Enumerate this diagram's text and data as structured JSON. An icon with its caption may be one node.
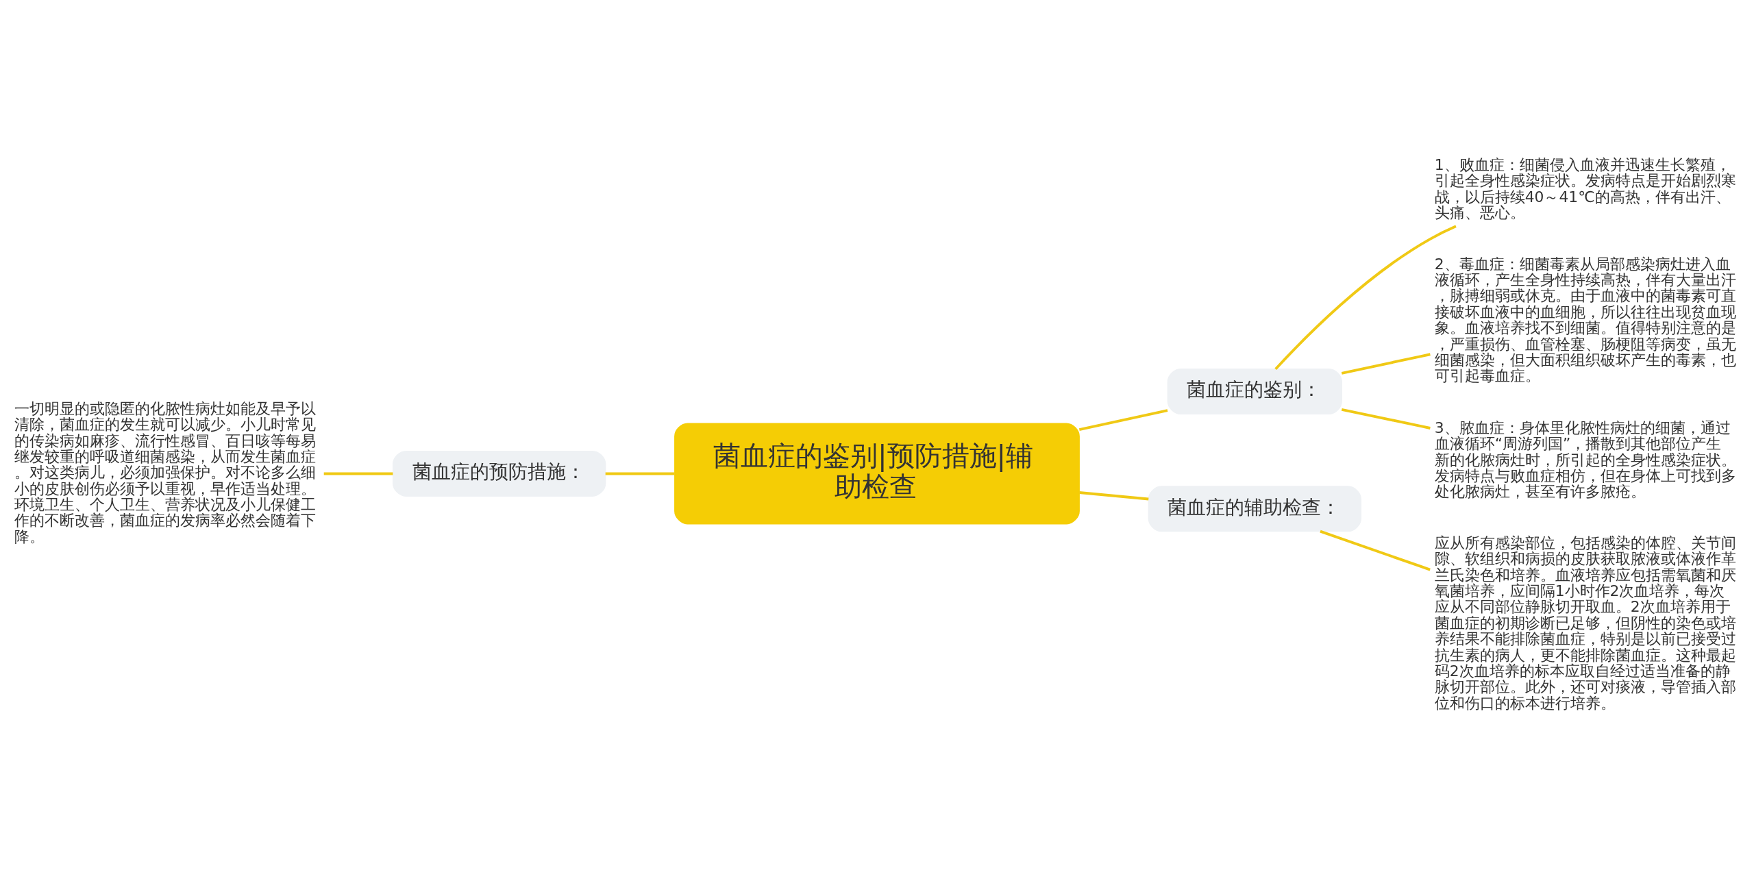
{
  "diagram": {
    "nodes": [
      {
        "text": [
          "菌血症的鉴别|预防措施|辅助检查"
        ]
      },
      {
        "text": [
          "菌血症的鉴别："
        ]
      },
      {
        "text": [
          "1、败血症：细菌侵入血液并迅速生长繁殖，引起全身性感染症状。发病特点是开始剧烈寒战，以后持续40～41℃的高热，伴有出汗、头痛、恶心。"
        ]
      },
      {
        "text": [
          "2、毒血症：细菌毒素从局部感染病灶进入血液循环，产生全身性持续高热，伴有大量出汗，脉搏细弱或休克。由于血液中的菌毒素可直接破坏血液中的血细胞，所以往往出现贫血现象。血液培养找不到细菌。值得特别注意的是，严重损伤、血管栓塞、肠梗阻等病变，虽无细菌感染，但大面积组织破坏产生的毒素，也可引起毒血症。"
        ]
      },
      {
        "text": [
          "3、脓血症：身体里化脓性病灶的细菌，通过血液循环“周游列国”，播散到其他部位产生新的化脓病灶时，所引起的全身性感染症状。发病特点与败血症相仿，但在身体上可找到多处化脓病灶，甚至有许多脓疮。"
        ]
      },
      {
        "text": [
          "菌血症的预防措施："
        ]
      },
      {
        "text": [
          "一切明显的或隐匿的化脓性病灶如能及早予以清除，菌血症的发生就可以减少。小儿时常见的传染病如麻疹、流行性感冒、百日咳等每易继发较重的呼吸道细菌感染，从而发生菌血症。对这类病儿，必须加强保护。对不论多么细小的皮肤创伤必须予以重视，早作适当处理。环境卫生、个人卫生、营养状况及小儿保健工作的不断改善，菌血症的发病率必然会随着下降。"
        ]
      },
      {
        "text": [
          "菌血症的辅助检查："
        ]
      },
      {
        "text": [
          "应从所有感染部位，包括感染的体腔、关节间隙、软组织和病损的皮肤获取脓液或体液作革兰氏染色和培养。血液培养应包括需氧菌和厌氧菌培养，应间隔1小时作2次血培养，每次应从不同部位静脉切开取血。2次血培养用于菌血症的初期诊断已足够，但阴性的染色或培养结果不能排除菌血症，特别是以前已接受过抗生素的病人，更不能排除菌血症。这种最起码2次血培养的标本应取自经过适当准备的静脉切开部位。此外，还可对痰液，导管插入部位和伤口的标本进行培养。"
        ]
      }
    ],
    "edges": [
      {
        "from": 0,
        "to": 1,
        "arrow": "none"
      },
      {
        "from": 1,
        "to": 2,
        "arrow": "none"
      },
      {
        "from": 1,
        "to": 3,
        "arrow": "none"
      },
      {
        "from": 1,
        "to": 4,
        "arrow": "none"
      },
      {
        "from": 0,
        "to": 5,
        "arrow": "none"
      },
      {
        "from": 5,
        "to": 6,
        "arrow": "none"
      },
      {
        "from": 0,
        "to": 7,
        "arrow": "none"
      },
      {
        "from": 7,
        "to": 8,
        "arrow": "none"
      }
    ]
  }
}
